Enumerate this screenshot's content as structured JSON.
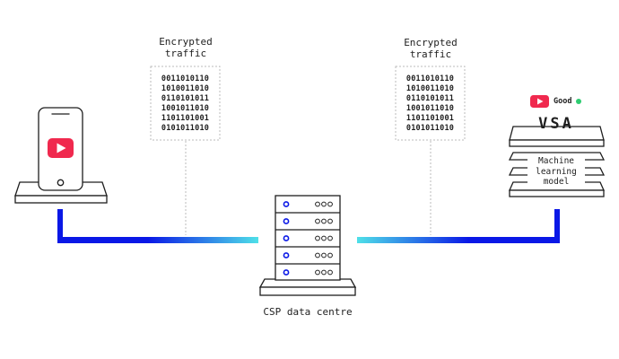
{
  "diagram": {
    "traffic_left": {
      "label_line1": "Encrypted",
      "label_line2": "traffic",
      "bits": [
        "0011010110",
        "1010011010",
        "0110101011",
        "1001011010",
        "1101101001",
        "0101011010"
      ]
    },
    "traffic_right": {
      "label_line1": "Encrypted",
      "label_line2": "traffic",
      "bits": [
        "0011010110",
        "1010011010",
        "0110101011",
        "1001011010",
        "1101101001",
        "0101011010"
      ]
    },
    "server": {
      "label": "CSP data centre"
    },
    "vsa": {
      "title": "VSA",
      "model_line1": "Machine",
      "model_line2": "learning",
      "model_line3": "model",
      "status_text": "Good",
      "status_color": "#2ecc71"
    },
    "colors": {
      "link_dark": "#0a18e6",
      "link_light": "#4fe0e8",
      "play_red": "#f0294e"
    },
    "icons": [
      "phone-icon",
      "play-icon",
      "server-icon",
      "vsa-icon"
    ]
  }
}
